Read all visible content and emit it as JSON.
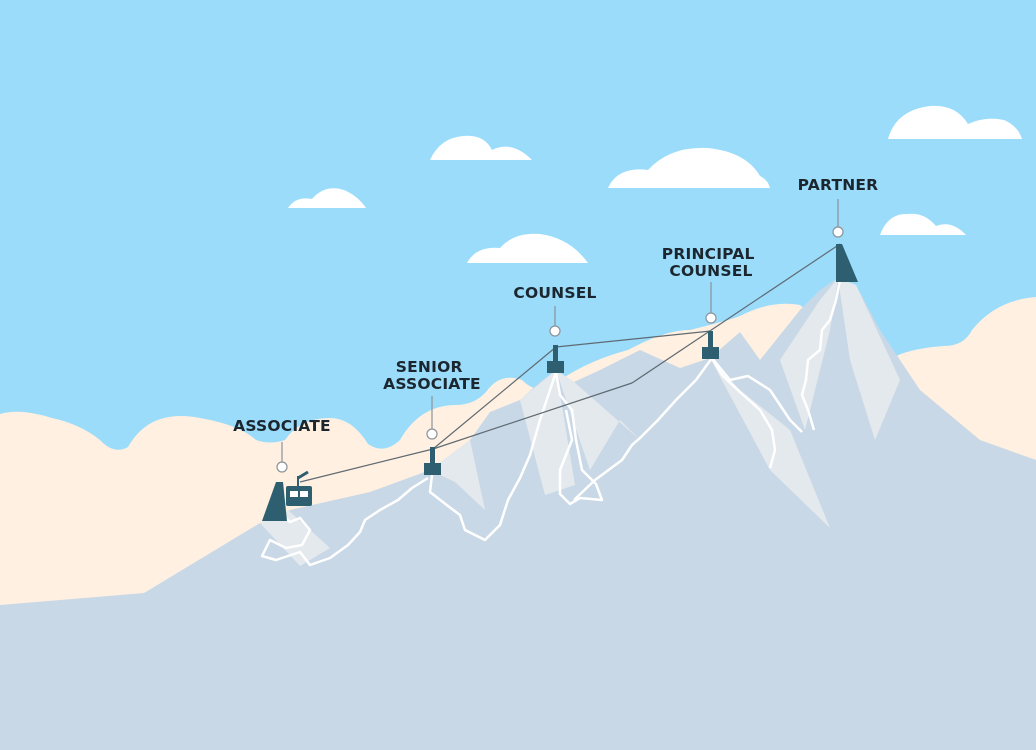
{
  "colors": {
    "sky": "#9bdcfb",
    "cloud": "#ffffff",
    "hills": "#fff0e1",
    "mountain": "#c9d8e6",
    "mountain_light": "#e4e9ee",
    "station": "#2e5f71",
    "cable": "#5f6a72",
    "label": "#1b262f"
  },
  "stages": [
    {
      "id": "associate",
      "lines": [
        "ASSOCIATE"
      ]
    },
    {
      "id": "senior-associate",
      "lines": [
        "SENIOR",
        "ASSOCIATE"
      ]
    },
    {
      "id": "counsel",
      "lines": [
        "COUNSEL"
      ]
    },
    {
      "id": "principal-counsel",
      "lines": [
        "PRINCIPAL",
        "COUNSEL"
      ]
    },
    {
      "id": "partner",
      "lines": [
        "PARTNER"
      ]
    }
  ],
  "icons": {
    "cable_car": "gondola-icon",
    "station": "pylon-icon",
    "marker": "pin-marker-icon"
  }
}
